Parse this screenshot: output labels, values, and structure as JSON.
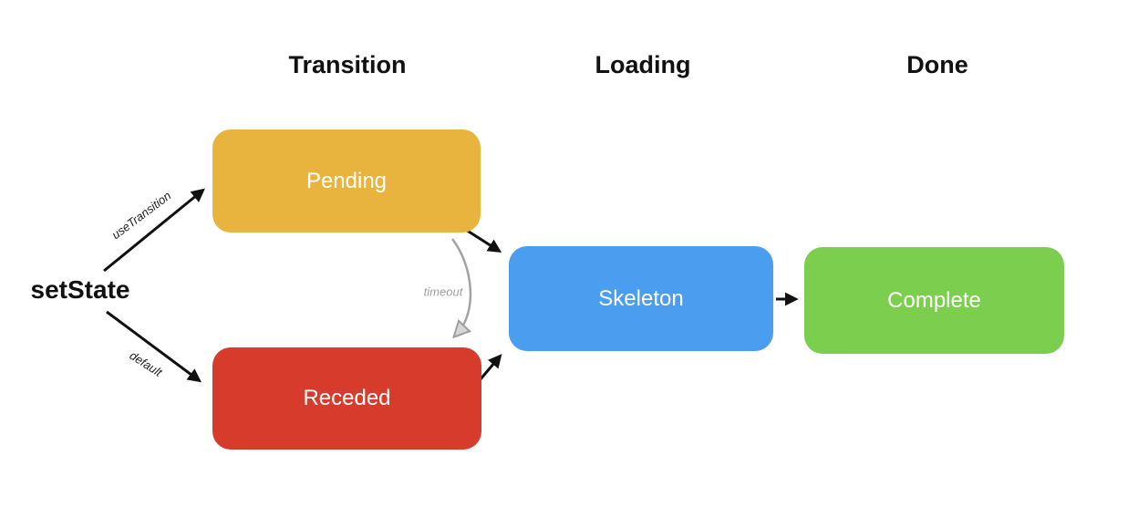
{
  "diagram": {
    "headers": [
      {
        "label": "Transition"
      },
      {
        "label": "Loading"
      },
      {
        "label": "Done"
      }
    ],
    "start_label": "setState",
    "nodes": [
      {
        "id": "pending",
        "label": "Pending",
        "color": "#E9B43E"
      },
      {
        "id": "receded",
        "label": "Receded",
        "color": "#D63B2B"
      },
      {
        "id": "skeleton",
        "label": "Skeleton",
        "color": "#4A9DEF"
      },
      {
        "id": "complete",
        "label": "Complete",
        "color": "#7CCE4F"
      }
    ],
    "edges": [
      {
        "id": "use-transition",
        "label": "useTransition",
        "from": "setState",
        "to": "Pending"
      },
      {
        "id": "default",
        "label": "default",
        "from": "setState",
        "to": "Receded"
      },
      {
        "id": "timeout",
        "label": "timeout",
        "from": "Pending",
        "to": "Receded"
      },
      {
        "id": "pending-to-skeleton",
        "label": "",
        "from": "Pending",
        "to": "Skeleton"
      },
      {
        "id": "receded-to-skeleton",
        "label": "",
        "from": "Receded",
        "to": "Skeleton"
      },
      {
        "id": "skeleton-to-complete",
        "label": "",
        "from": "Skeleton",
        "to": "Complete"
      }
    ],
    "colors": {
      "arrow": "#111111",
      "timeout_arrow": "#a3a3a3",
      "header_text": "#111111",
      "node_text": "#ffffff",
      "background": "#ffffff"
    }
  }
}
